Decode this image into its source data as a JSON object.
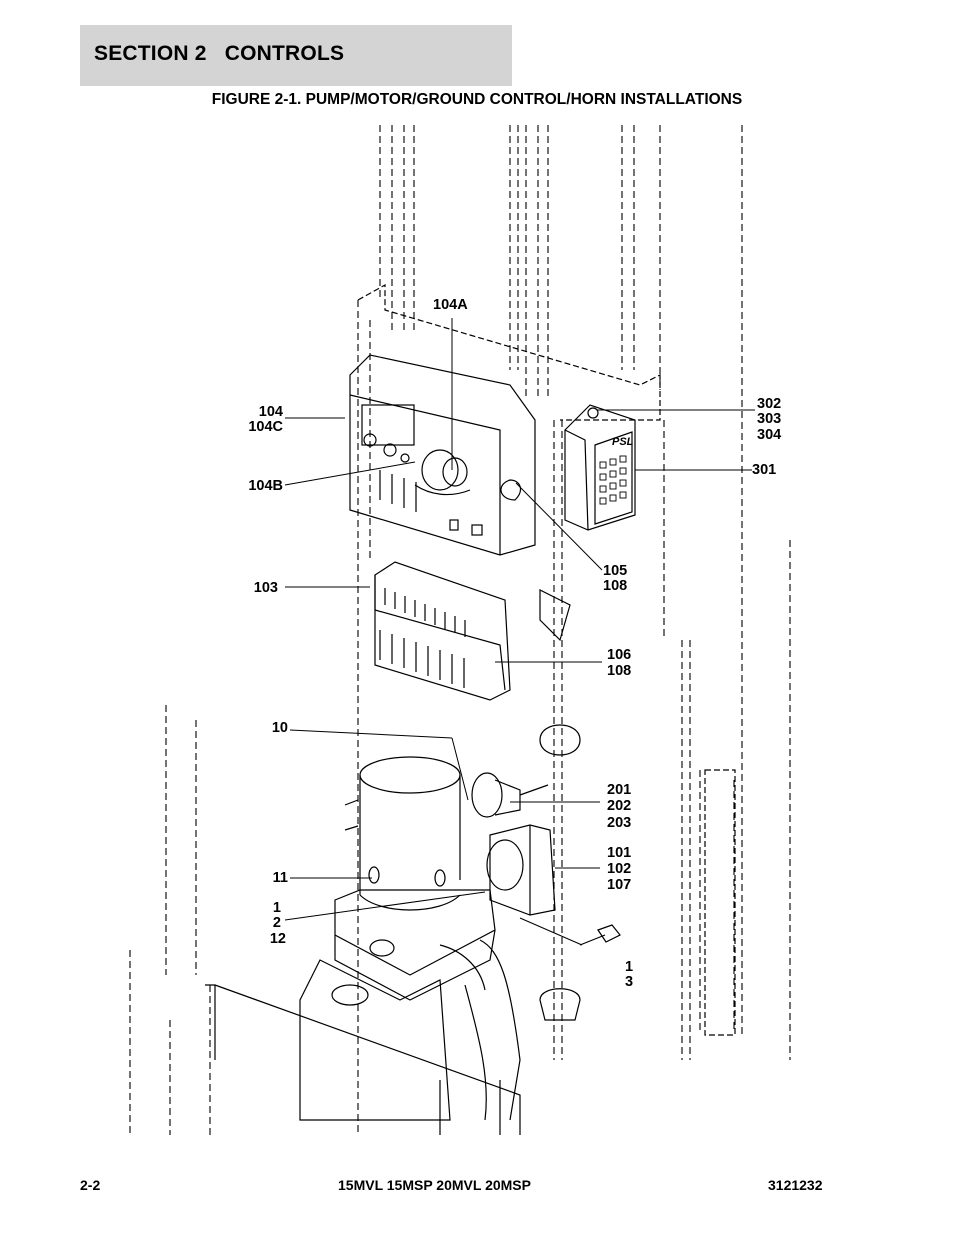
{
  "header": {
    "section_title": "SECTION 2   CONTROLS",
    "figure_title": "FIGURE 2-1. PUMP/MOTOR/GROUND CONTROL/HORN INSTALLATIONS"
  },
  "callouts": {
    "c104a": "104A",
    "c104": "104",
    "c104c": "104C",
    "c104b": "104B",
    "c103": "103",
    "c302": "302",
    "c303": "303",
    "c304": "304",
    "c301": "301",
    "c105": "105",
    "c108a": "108",
    "c106": "106",
    "c108b": "108",
    "c10": "10",
    "c201": "201",
    "c202": "202",
    "c203": "203",
    "c101": "101",
    "c102": "102",
    "c107": "107",
    "c11": "11",
    "c1a": "1",
    "c2": "2",
    "c12": "12",
    "c1b": "1",
    "c3": "3"
  },
  "device_label": "PSL",
  "footer": {
    "page_number": "2-2",
    "models": "15MVL 15MSP 20MVL 20MSP",
    "document_number": "3121232"
  }
}
